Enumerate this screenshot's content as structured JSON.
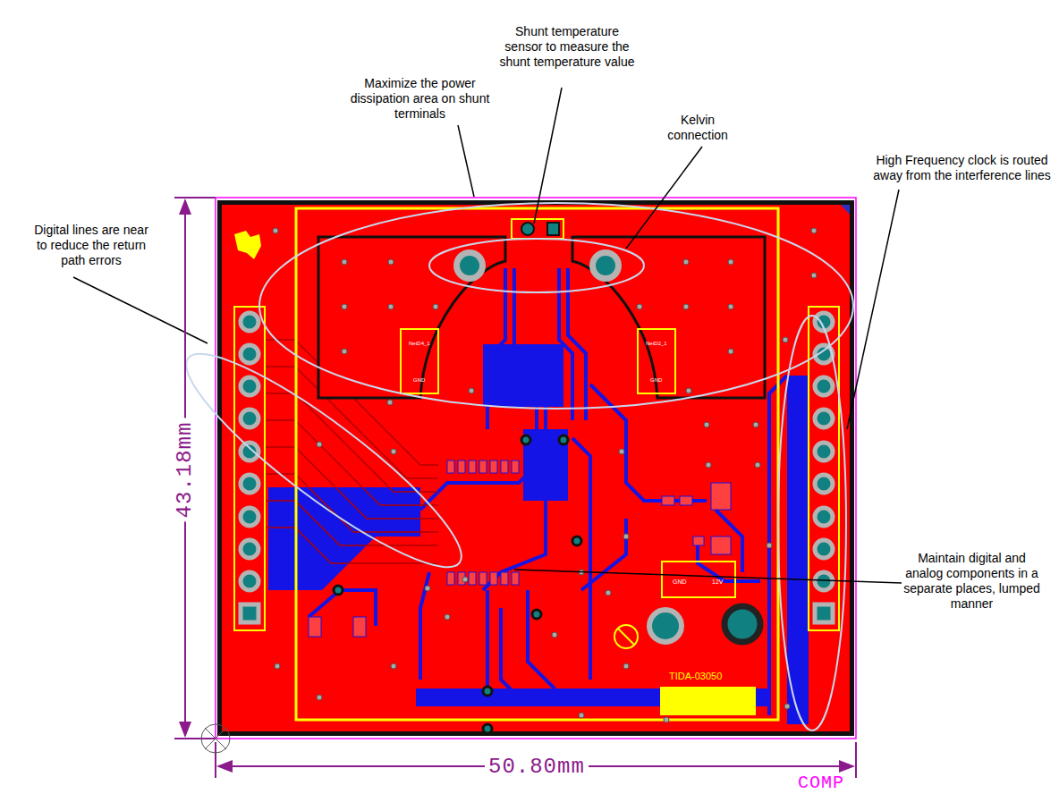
{
  "diagram": {
    "labels": [
      "Shunt temperature sensor to measure the shunt temperature value",
      "Maximize the power dissipation area on shunt terminals",
      "Kelvin connection",
      "Digital lines are near to reduce the return path errors",
      "High Frequency clock is routed away from the interference lines",
      "Maintain digital and analog components in a separate places, lumped manner",
      "43.18mm",
      "50.80mm",
      "TIDA-03050",
      "NetD4_1",
      "GND",
      "NetD2_1",
      "GND",
      "GND",
      "12V",
      "COMP"
    ]
  }
}
